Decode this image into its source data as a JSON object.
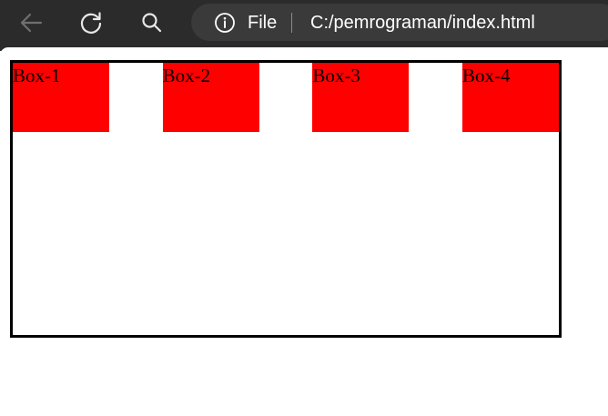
{
  "browser": {
    "address_bar": {
      "scheme_label": "File",
      "url": "C:/pemrograman/index.html"
    },
    "icons": {
      "back": "back-arrow-icon",
      "reload": "reload-icon",
      "search": "search-icon",
      "info": "info-icon"
    }
  },
  "page": {
    "boxes": [
      {
        "label": "Box-1"
      },
      {
        "label": "Box-2"
      },
      {
        "label": "Box-3"
      },
      {
        "label": "Box-4"
      }
    ],
    "colors": {
      "box_background": "#ff0000",
      "container_border": "#000000"
    }
  }
}
